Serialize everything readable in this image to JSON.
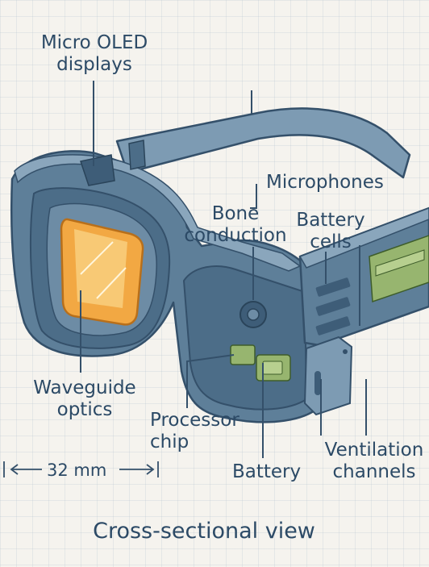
{
  "labels": {
    "micro_oled": [
      "Micro OLED",
      "displays"
    ],
    "microphones": "Microphones",
    "bone_conduction": [
      "Bone",
      "conduction"
    ],
    "battery_cells": [
      "Battery",
      "cells"
    ],
    "waveguide": [
      "Waveguide",
      "optics"
    ],
    "processor": [
      "Processor",
      "chip"
    ],
    "battery": "Battery",
    "ventilation": [
      "Ventilation",
      "channels"
    ]
  },
  "dimension": "32 mm",
  "title": "Cross-sectional view",
  "colors": {
    "frame": "#5e7f99",
    "frame_light": "#7d9bb3",
    "frame_dark": "#3e5d78",
    "lens": "#f2a843",
    "lens_light": "#f9cf7e",
    "circuit_green": "#97b56f",
    "text": "#2c4a66",
    "background": "#f5f3ee"
  }
}
